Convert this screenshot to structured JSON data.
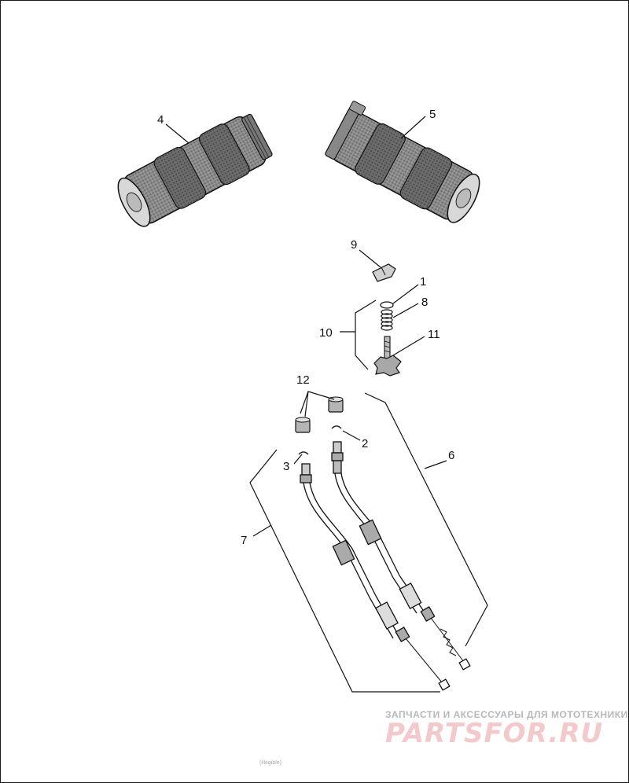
{
  "diagram": {
    "callouts": {
      "c1": "1",
      "c2": "2",
      "c3": "3",
      "c4": "4",
      "c5": "5",
      "c6": "6",
      "c7": "7",
      "c8": "8",
      "c9": "9",
      "c10": "10",
      "c11": "11",
      "c12": "12"
    }
  },
  "watermark": {
    "tagline": "ЗАПЧАСТИ И АКСЕССУАРЫ ДЛЯ МОТОТЕХНИКИ",
    "brand": "PARTSFOR.RU",
    "colors": {
      "tagline": "#b8b8b8",
      "brand": "#f3c9cc"
    }
  },
  "footer": {
    "code": "(illegible)"
  }
}
